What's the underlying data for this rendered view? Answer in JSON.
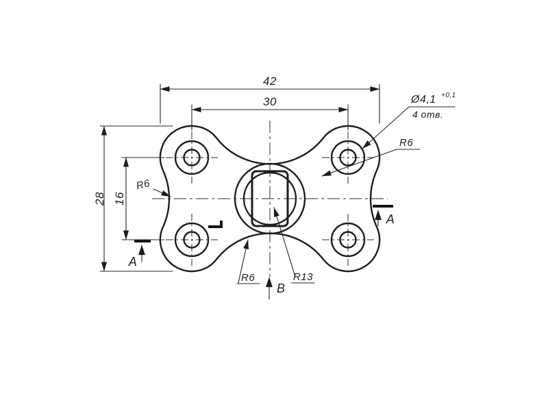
{
  "canvas": {
    "background": "#ffffff",
    "line_color": "#1e1e1e"
  },
  "dimensions": {
    "overall_width": "42",
    "hole_spacing_horizontal": "30",
    "overall_height": "28",
    "hole_spacing_vertical": "16"
  },
  "hole_note": {
    "diameter": "Ø4,1",
    "tolerance": "+0,1",
    "count": "4 отв."
  },
  "radius_labels": {
    "top_right": "R6",
    "left": "R6",
    "bottom": "R6",
    "center": "R13"
  },
  "sections": {
    "right_letter": "A",
    "bottom_left_letter": "A",
    "view_letter": "B"
  }
}
